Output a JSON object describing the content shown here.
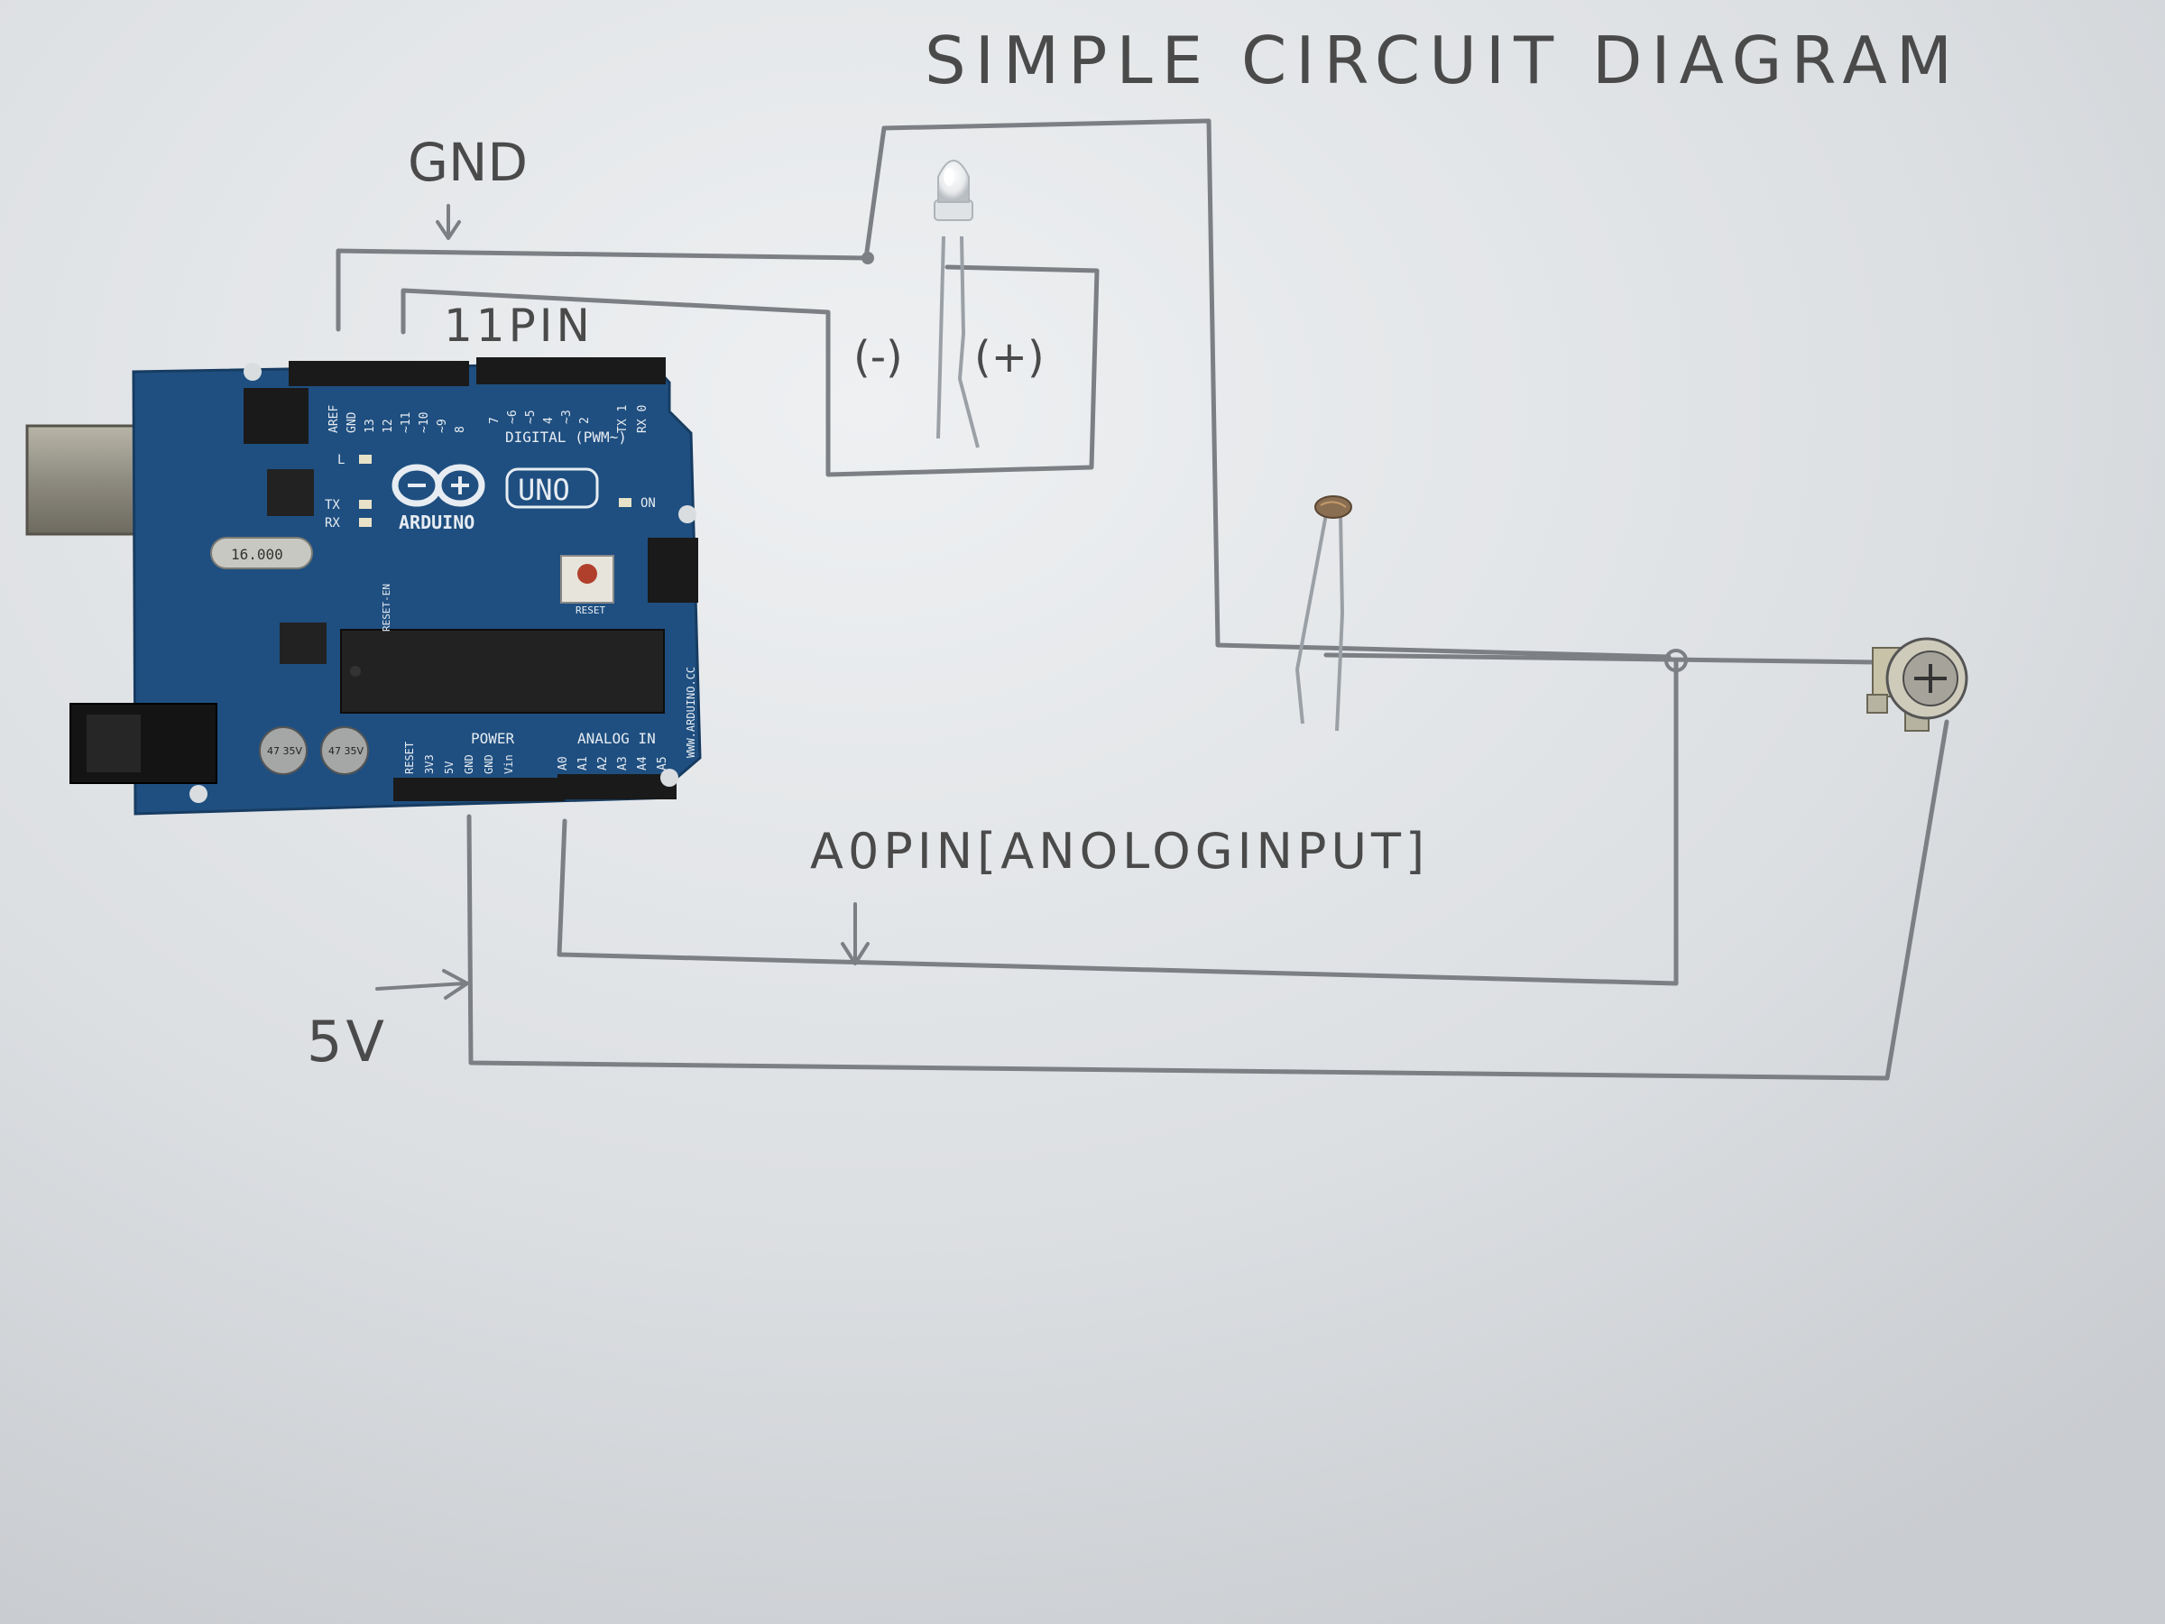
{
  "title": "SIMPLE CIRCUIT DIAGRAM",
  "labels": {
    "gnd": "GND",
    "pin11": "11PIN",
    "led_neg": "(-)",
    "led_pos": "(+)",
    "a0pin": "A0PIN[ANOLOGINPUT]",
    "five_v": "5V"
  },
  "board": {
    "brand": "ARDUINO",
    "model": "UNO",
    "digital_label": "DIGITAL (PWM~)",
    "digital_pins": [
      "AREF",
      "GND",
      "13",
      "12",
      "~11",
      "~10",
      "~9",
      "8",
      "7",
      "~6",
      "~5",
      "4",
      "~3",
      "2",
      "TX 1",
      "RX 0"
    ],
    "led_labels": [
      "L",
      "TX",
      "RX"
    ],
    "on_label": "ON",
    "reset_en": "RESET-EN",
    "reset_button": "RESET",
    "crystal": "16.000",
    "power_label": "POWER",
    "power_pins": [
      "RESET",
      "3V3",
      "5V",
      "GND",
      "GND",
      "Vin"
    ],
    "analog_label": "ANALOG IN",
    "analog_pins": [
      "A0",
      "A1",
      "A2",
      "A3",
      "A4",
      "A5"
    ],
    "website": "WWW.ARDUINO.CC",
    "capacitor_1": "47 35V",
    "capacitor_2": "47 35V"
  },
  "colors": {
    "paper": "#d9dde0",
    "ink": "#4a4a4a",
    "wire": "#7c7f83",
    "board": "#1f4f80",
    "header": "#1a1a1a",
    "chip": "#222222",
    "reset": "#b0402c"
  },
  "icons": {
    "led": "led-icon",
    "ldr": "photoresistor-icon",
    "pot": "potentiometer-icon",
    "usb": "usb-port-icon",
    "jack": "dc-jack-icon"
  }
}
